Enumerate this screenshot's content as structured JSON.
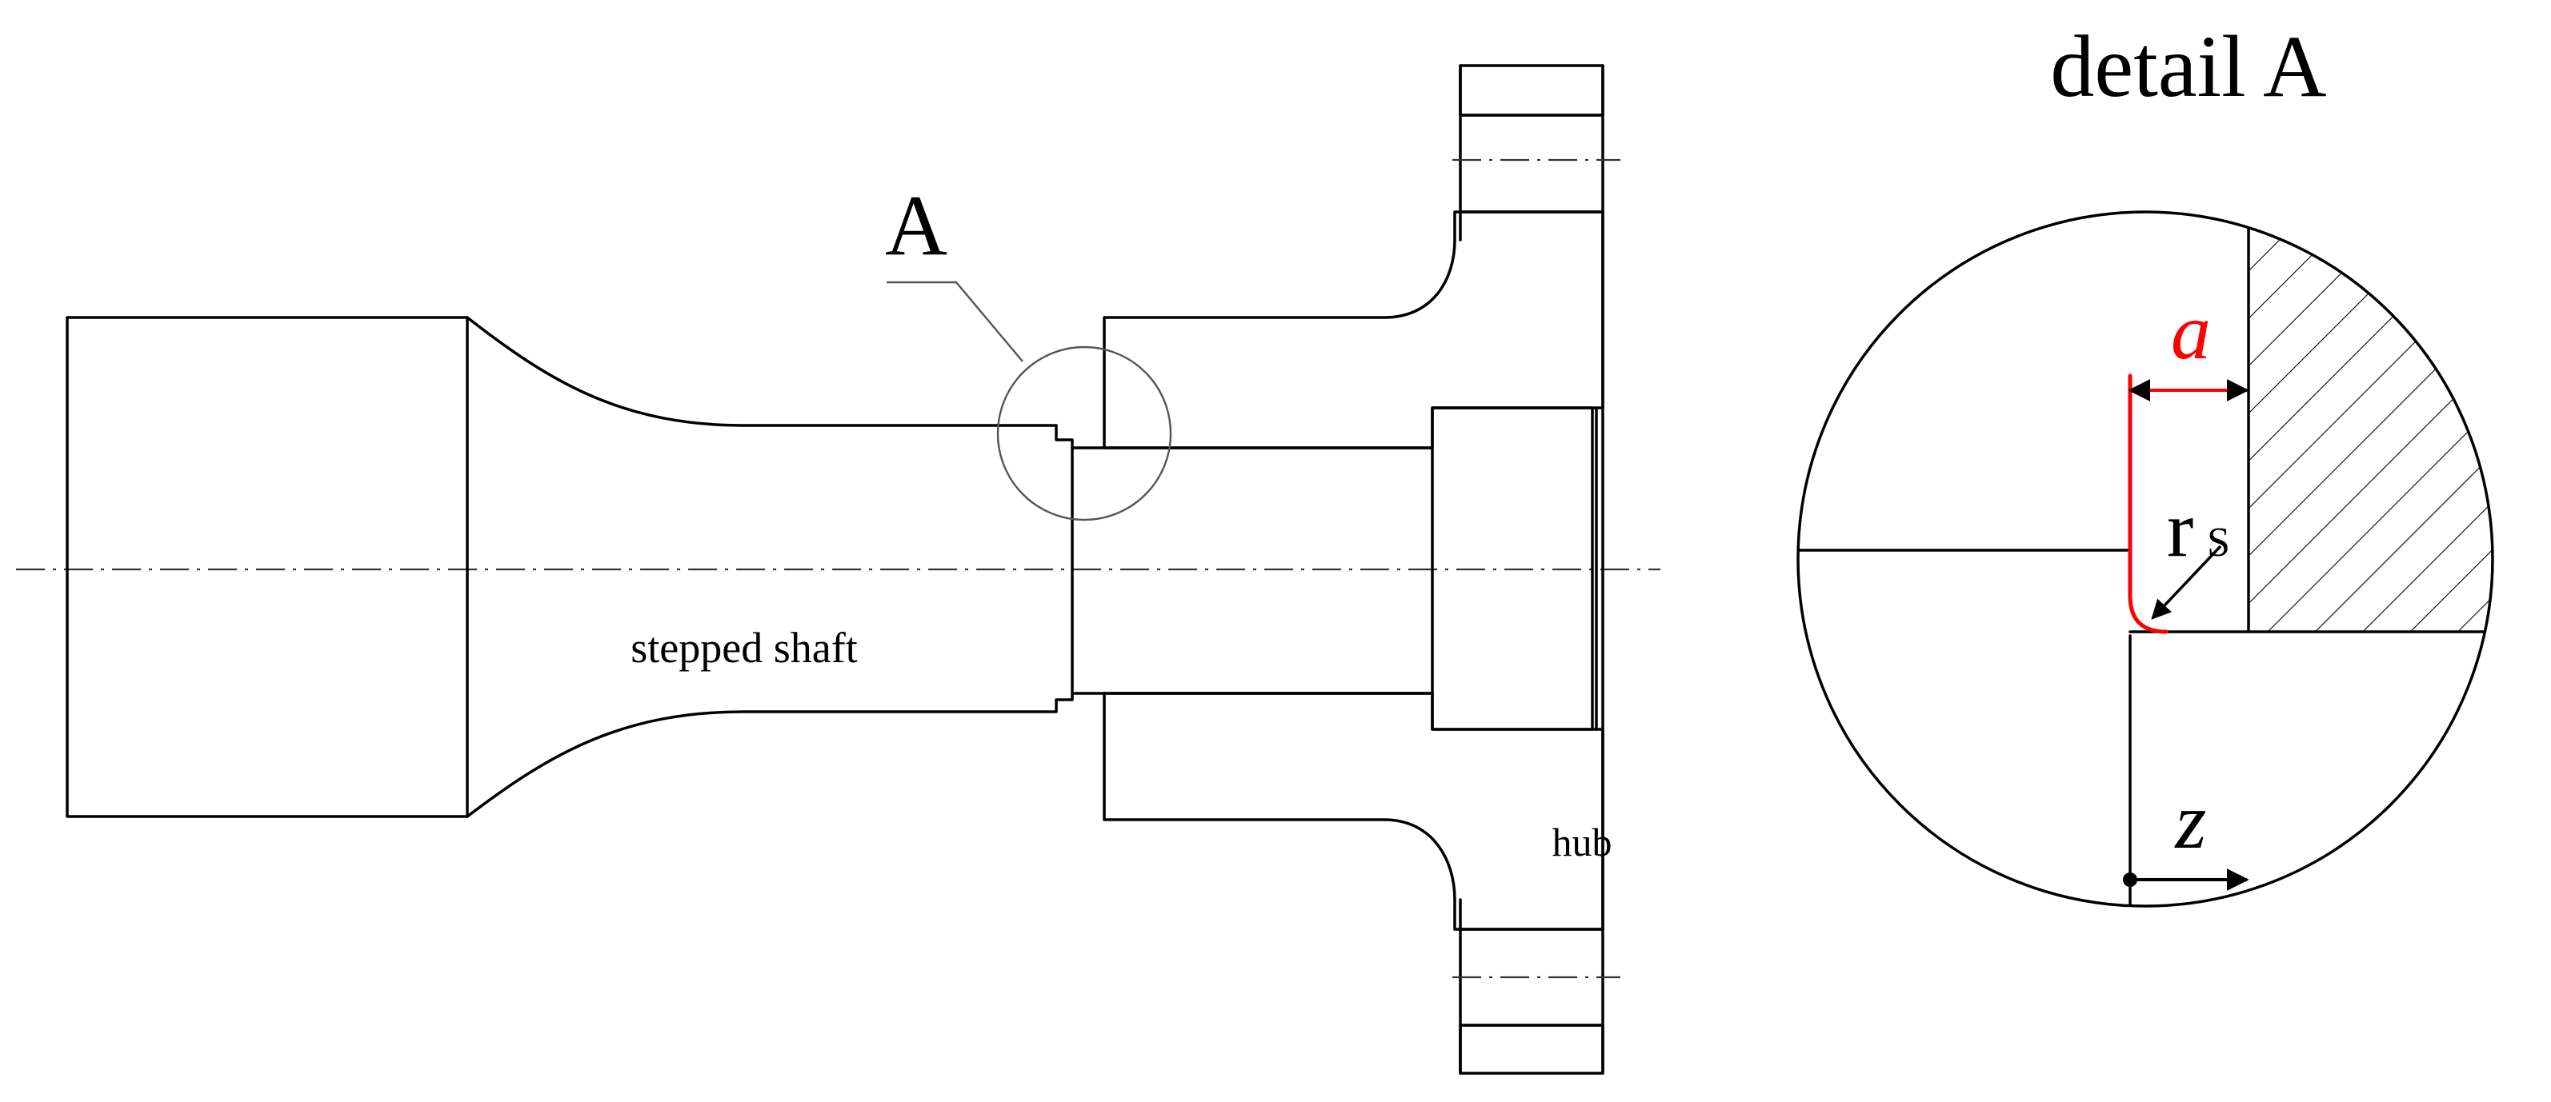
{
  "labels": {
    "detail_marker": "A",
    "shaft": "stepped shaft",
    "hub": "hub",
    "detail_title": "detail A",
    "dimension_a": "a",
    "radius_r": "r",
    "radius_sub": "S",
    "axis_z": "z"
  },
  "colors": {
    "line": "#000000",
    "highlight": "#ff0000"
  }
}
